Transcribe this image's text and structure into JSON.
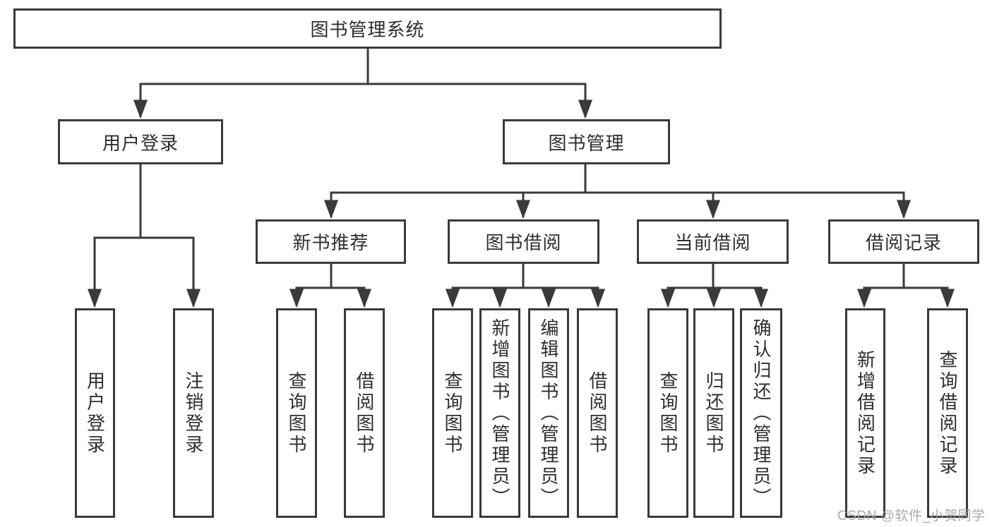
{
  "tree": {
    "label": "图书管理系统",
    "children": [
      {
        "label": "用户登录",
        "children": [
          {
            "label": "用户登录"
          },
          {
            "label": "注销登录"
          }
        ]
      },
      {
        "label": "图书管理",
        "children": [
          {
            "label": "新书推荐",
            "children": [
              {
                "label": "查询图书"
              },
              {
                "label": "借阅图书"
              }
            ]
          },
          {
            "label": "图书借阅",
            "children": [
              {
                "label": "查询图书"
              },
              {
                "label": "新增图书（管理员）"
              },
              {
                "label": "编辑图书（管理员）"
              },
              {
                "label": "借阅图书"
              }
            ]
          },
          {
            "label": "当前借阅",
            "children": [
              {
                "label": "查询图书"
              },
              {
                "label": "归还图书"
              },
              {
                "label": "确认归还（管理员）"
              }
            ]
          },
          {
            "label": "借阅记录",
            "children": [
              {
                "label": "新增借阅记录"
              },
              {
                "label": "查询借阅记录"
              }
            ]
          }
        ]
      }
    ]
  },
  "watermark": "CSDN @软件_小贺同学",
  "colors": {
    "line": "#3a3a3a",
    "text": "#2e2e2e",
    "watermark": "#a6a6a6",
    "background": "#ffffff"
  }
}
